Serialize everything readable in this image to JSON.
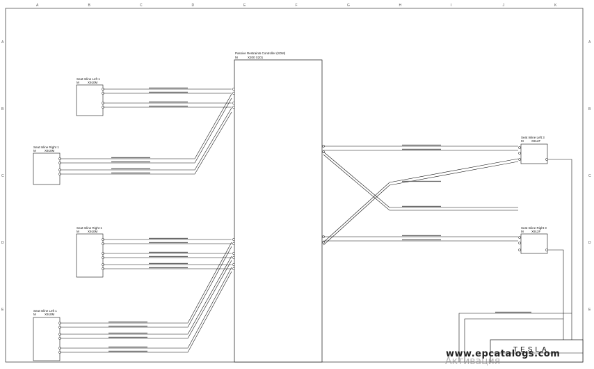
{
  "grid": {
    "columns": [
      "A",
      "B",
      "C",
      "D",
      "E",
      "F",
      "G",
      "H",
      "I",
      "J",
      "K"
    ],
    "rows": [
      "A",
      "B",
      "C",
      "D",
      "E"
    ]
  },
  "controller": {
    "title": "Passive Restraints Controller (SDM)",
    "prefix": "M",
    "connectors": "X200   X201"
  },
  "seat_left_1_top": {
    "title": "Seat Inline Left 1",
    "prefix": "M",
    "code": "X910M"
  },
  "seat_right_1_top": {
    "title": "Seat Inline Right 1",
    "prefix": "M",
    "code": "X910M"
  },
  "seat_right_1_mid": {
    "title": "Seat Inline Right 1",
    "prefix": "M",
    "code": "X910M"
  },
  "seat_left_1_bot": {
    "title": "Seat Inline Left 1",
    "prefix": "M",
    "code": "X910M"
  },
  "seat_left_3": {
    "title": "Seat Inline Left 3",
    "prefix": "M",
    "code": "X912F"
  },
  "seat_right_3": {
    "title": "Seat Inline Right 3",
    "prefix": "M",
    "code": "X912F"
  },
  "watermark": {
    "site": "www.epcatalogs.com",
    "overlay": "Активация"
  },
  "title_block": {
    "brand": "TESLA"
  },
  "colors": {
    "line": "#111111",
    "border": "#444444",
    "watermark": "#222222"
  }
}
